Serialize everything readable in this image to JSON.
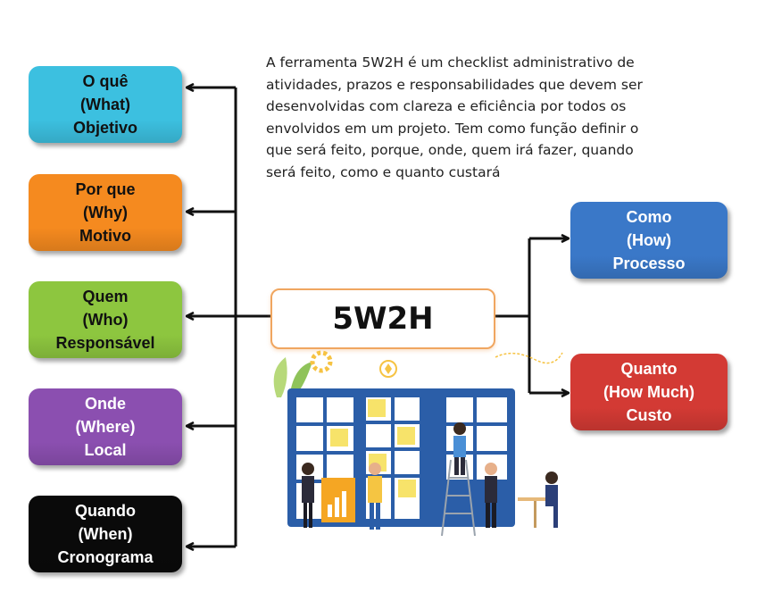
{
  "description": "A ferramenta 5W2H é um checklist administrativo de atividades, prazos e responsabilidades que devem ser desenvolvidas com clareza e eficiência por todos os envolvidos em um projeto. Tem como função definir o que será feito, porque, onde, quem irá fazer, quando será feito, como e quanto custará",
  "center_label": "5W2H",
  "left_boxes": [
    {
      "title": "O quê",
      "english": "(What)",
      "meaning": "Objetivo",
      "color": "#3cc0e0"
    },
    {
      "title": "Por que",
      "english": "(Why)",
      "meaning": "Motivo",
      "color": "#f58a1f"
    },
    {
      "title": "Quem",
      "english": "(Who)",
      "meaning": "Responsável",
      "color": "#8dc63f"
    },
    {
      "title": "Onde",
      "english": "(Where)",
      "meaning": "Local",
      "color": "#8b4fb0"
    },
    {
      "title": "Quando",
      "english": "(When)",
      "meaning": "Cronograma",
      "color": "#0a0a0a"
    }
  ],
  "right_boxes": [
    {
      "title": "Como",
      "english": "(How)",
      "meaning": "Processo",
      "color": "#3a78c8"
    },
    {
      "title": "Quanto",
      "english": "(How Much)",
      "meaning": "Custo",
      "color": "#d33a34"
    }
  ]
}
